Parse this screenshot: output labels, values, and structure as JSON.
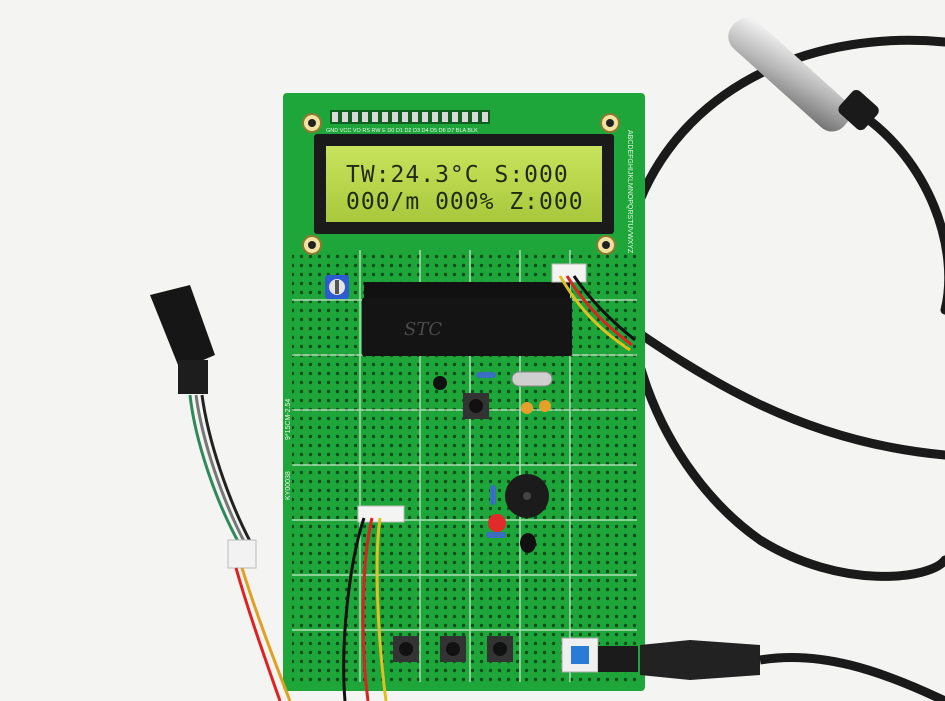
{
  "lcd": {
    "line1": "TW:24.3°C  S:000",
    "line2": "000/m 000% Z:000",
    "backlight_color": "#b9d64a"
  },
  "chip": {
    "label": "STC"
  },
  "pcb": {
    "color": "#1fa63a",
    "pin_header_label": "GND VCC VO RS RW E D0 D1 D2 D3 D4 D5 D6 D7 BLA BLK",
    "side_text_1": "9*15CM-2.54",
    "side_text_2": "KY00038",
    "column_letters": "ABCDEFGHIJKLMNOPQRSTUVWXYZ"
  },
  "scene": {
    "background": "#f4f4f2",
    "cable_color": "#1a1a1a"
  }
}
